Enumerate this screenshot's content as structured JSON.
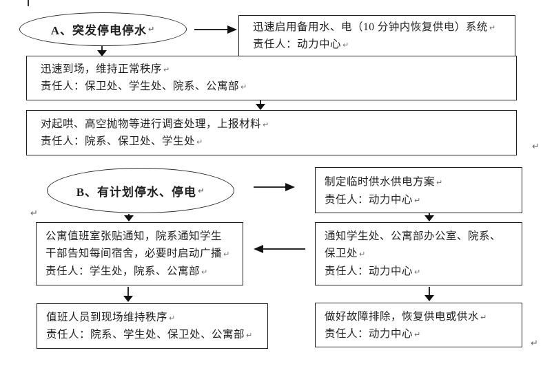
{
  "canvas": {
    "background": "#ffffff",
    "ink_color": "#1f1f1f",
    "border_color": "#1d1d1d",
    "arrow_color": "#111111",
    "paragraph_mark_color": "#6a6a6a"
  },
  "glyphs": {
    "return_mark": "↵"
  },
  "flow_a": {
    "title": "A、突发停电停水",
    "response_box": {
      "line1": "迅速启用备用水、电（10 分钟内恢复供电）系统",
      "line2": "责任人：动力中心"
    },
    "arrive_box": {
      "line1": "迅速到场，维持正常秩序",
      "line2": "责任人：保卫处、学生处、院系、公寓部"
    },
    "investigate_box": {
      "line1": "对起哄、高空抛物等进行调查处理，上报材料",
      "line2": "责任人：院系、保卫处、学生处"
    }
  },
  "flow_b": {
    "title": "B、有计划停水、停电",
    "plan_box": {
      "line1": "制定临时供水供电方案",
      "line2": "责任人：动力中心"
    },
    "notify_box": {
      "line1": "通知学生处、公寓部办公室、院系、",
      "line2": "保卫处",
      "line3": "责任人：动力中心"
    },
    "announce_box": {
      "line1": "公寓值班室张贴通知，院系通知学生",
      "line2": "干部告知每间宿舍，必要时启动广播",
      "line3": "责任人：学生处，院系、公寓部"
    },
    "order_box": {
      "line1": "值班人员到现场维持秩序",
      "line2": "责任人：院系、学生处、保卫处、公寓部"
    },
    "restore_box": {
      "line1": "做好故障排除，恢复供电或供水",
      "line2": "责任人：动力中心"
    }
  }
}
